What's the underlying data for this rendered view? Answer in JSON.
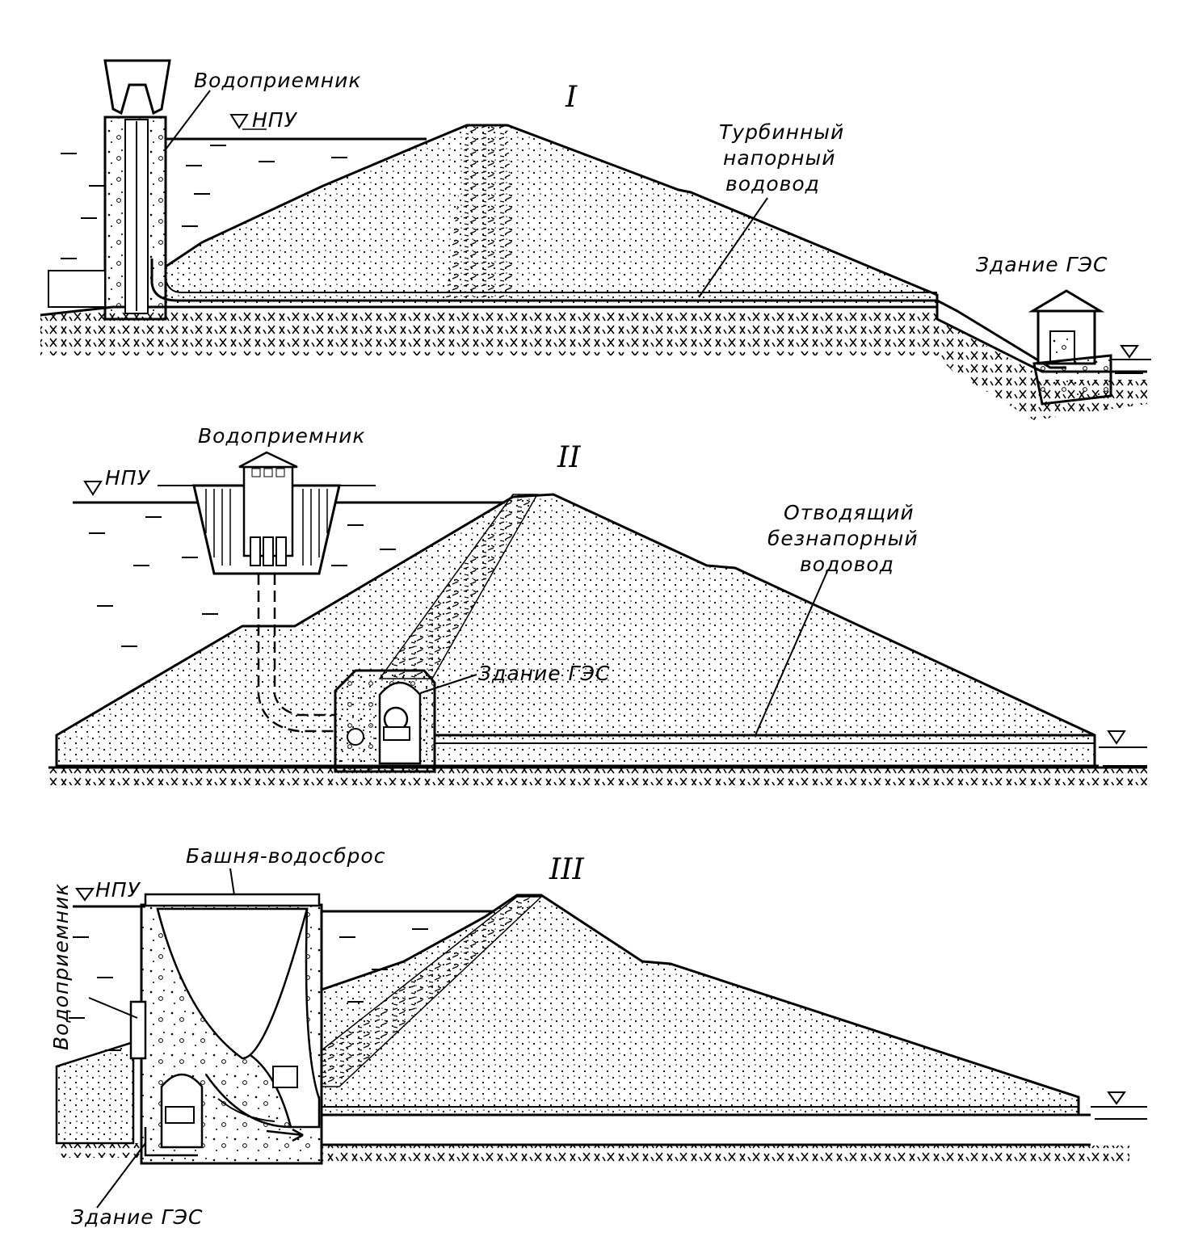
{
  "sections": [
    {
      "roman": "I",
      "labels": {
        "intake": "Водоприемник",
        "npu": "НПУ",
        "penstock": [
          "Турбинный",
          "напорный",
          "водовод"
        ],
        "powerhouse": "Здание ГЭС"
      }
    },
    {
      "roman": "II",
      "labels": {
        "intake": "Водоприемник",
        "npu": "НПУ",
        "tailrace": [
          "Отводящий",
          "безнапорный",
          "водовод"
        ],
        "powerhouse": "Здание ГЭС"
      }
    },
    {
      "roman": "III",
      "labels": {
        "tower": "Башня-водосброс",
        "npu": "НПУ",
        "intake": "Водоприемник",
        "powerhouse": "Здание ГЭС"
      }
    }
  ],
  "colors": {
    "ink": "#000000",
    "paper": "#ffffff"
  }
}
